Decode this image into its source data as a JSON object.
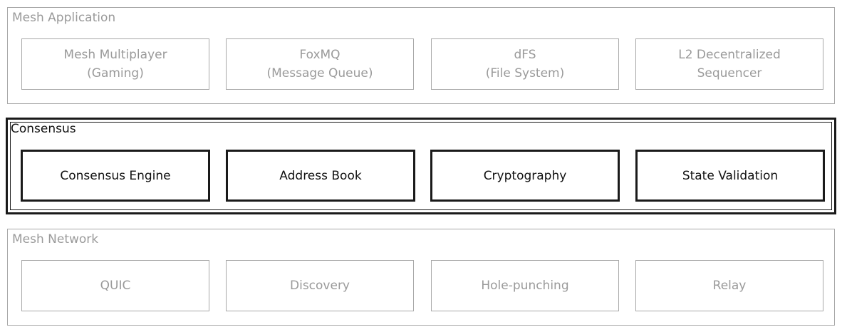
{
  "layers": {
    "application": {
      "title": "Mesh Application",
      "modules": [
        {
          "label": "Mesh Multiplayer\n(Gaming)"
        },
        {
          "label": "FoxMQ\n(Message Queue)"
        },
        {
          "label": "dFS\n(File System)"
        },
        {
          "label": "L2 Decentralized\nSequencer"
        }
      ]
    },
    "consensus": {
      "title": "Consensus",
      "modules": [
        {
          "label": "Consensus Engine"
        },
        {
          "label": "Address Book"
        },
        {
          "label": "Cryptography"
        },
        {
          "label": "State Validation"
        }
      ]
    },
    "network": {
      "title": "Mesh Network",
      "modules": [
        {
          "label": "QUIC"
        },
        {
          "label": "Discovery"
        },
        {
          "label": "Hole-punching"
        },
        {
          "label": "Relay"
        }
      ]
    }
  },
  "colors": {
    "faded_stroke": "#a8a8a8",
    "faded_text": "#9a9a9a",
    "highlight_stroke": "#1a1a1a",
    "background": "#ffffff"
  }
}
